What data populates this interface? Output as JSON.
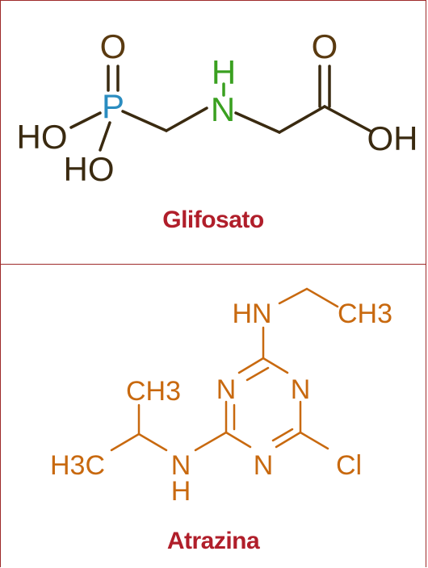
{
  "molecules": [
    {
      "caption": "Glifosato",
      "atoms": {
        "o_top": "O",
        "p": "P",
        "ho_left": "HO",
        "ho_bottom": "HO",
        "h_nh": "H",
        "n": "N",
        "o_acid": "O",
        "oh_right": "OH"
      }
    },
    {
      "caption": "Atrazina",
      "atoms": {
        "hn_top": "HN",
        "ch3_top": "CH3",
        "ch3_left": "CH3",
        "n_ring_left": "N",
        "n_ring_right": "N",
        "n_ring_bottom": "N",
        "h3c": "H3C",
        "n_amine": "N",
        "h_amine": "H",
        "cl": "Cl"
      }
    }
  ],
  "colors": {
    "caption": "#b01e2a",
    "border": "#9e2a2a",
    "atrazina": "#c8690f",
    "glifosato_bonds": "#3a2a10",
    "glifosato_p": "#2a8cc0",
    "glifosato_n": "#3aa020",
    "glifosato_o": "#5a3a10"
  }
}
